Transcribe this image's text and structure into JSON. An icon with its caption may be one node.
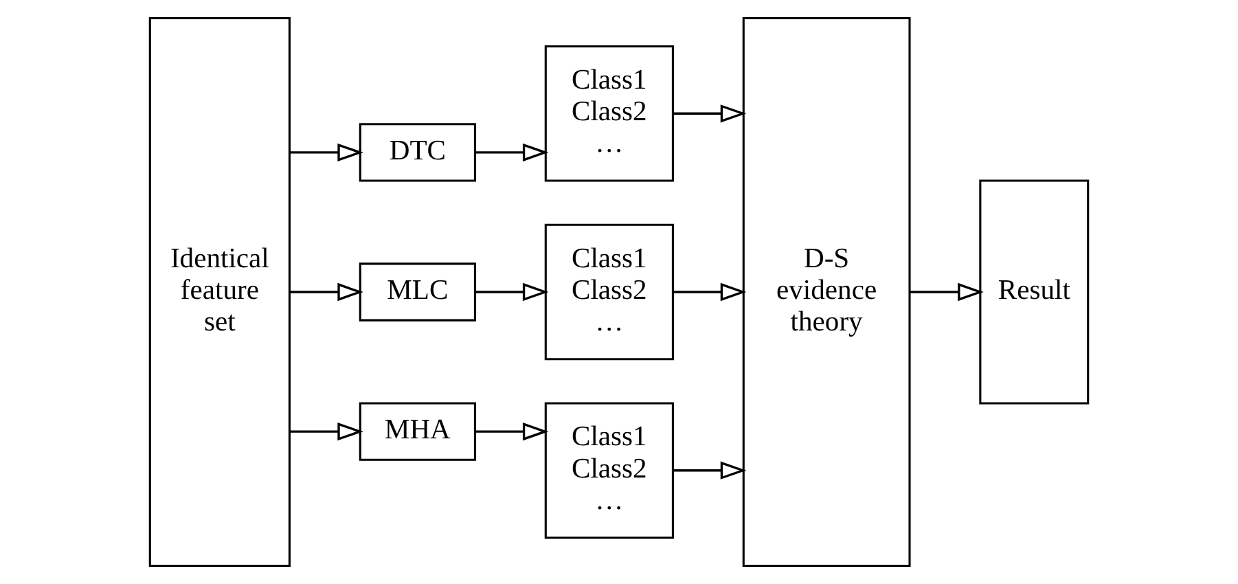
{
  "diagram": {
    "nodes": [
      {
        "text": [
          "Identical feature set"
        ]
      },
      {
        "text": [
          "DTC"
        ]
      },
      {
        "text": [
          "MLC"
        ]
      },
      {
        "text": [
          "MHA"
        ]
      },
      {
        "text": [
          "Class1",
          "Class2",
          "…"
        ]
      },
      {
        "text": [
          "Class1",
          "Class2",
          "…"
        ]
      },
      {
        "text": [
          "Class1",
          "Class2",
          "…"
        ]
      },
      {
        "text": [
          "D-S evidence theory"
        ]
      },
      {
        "text": [
          "Result"
        ]
      }
    ],
    "edges": [
      {
        "from": 0,
        "to": 1,
        "arrow": "to"
      },
      {
        "from": 0,
        "to": 2,
        "arrow": "to"
      },
      {
        "from": 0,
        "to": 3,
        "arrow": "to"
      },
      {
        "from": 1,
        "to": 4,
        "arrow": "to"
      },
      {
        "from": 2,
        "to": 5,
        "arrow": "to"
      },
      {
        "from": 3,
        "to": 6,
        "arrow": "to"
      },
      {
        "from": 4,
        "to": 7,
        "arrow": "to"
      },
      {
        "from": 5,
        "to": 7,
        "arrow": "to"
      },
      {
        "from": 6,
        "to": 7,
        "arrow": "to"
      },
      {
        "from": 7,
        "to": 8,
        "arrow": "to"
      }
    ]
  }
}
